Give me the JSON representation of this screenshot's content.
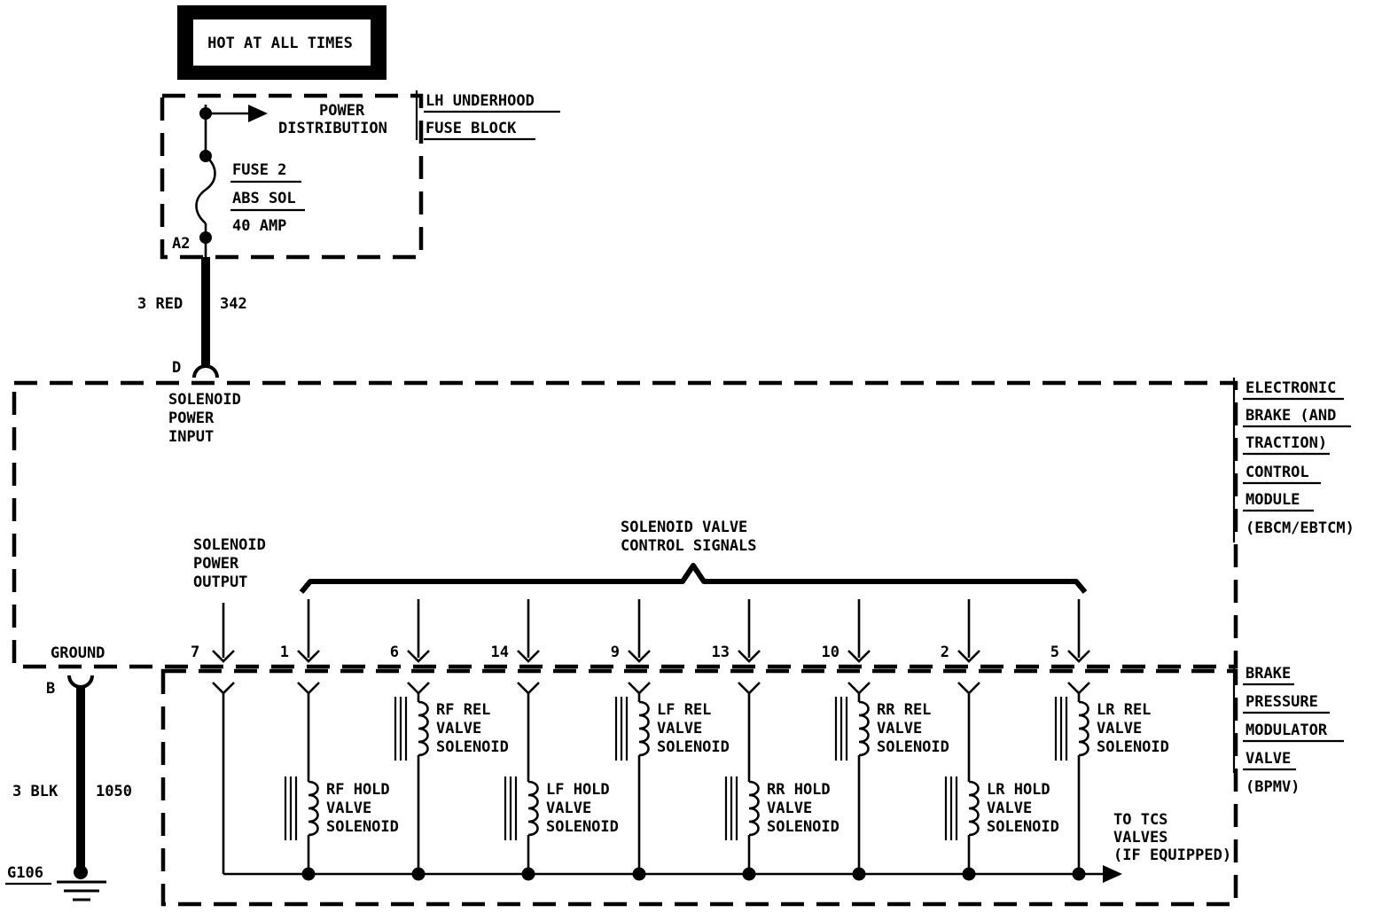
{
  "header_box": {
    "label": "HOT AT ALL TIMES"
  },
  "fuse_block": {
    "name_lines": [
      "LH UNDERHOOD",
      "FUSE BLOCK"
    ],
    "power_distribution_lines": [
      "POWER",
      "DISTRIBUTION"
    ],
    "fuse_lines": [
      "FUSE 2",
      "ABS SOL",
      "40 AMP"
    ],
    "terminal": "A2"
  },
  "power_wire": {
    "gauge_color": "3 RED",
    "circuit": "342"
  },
  "ebcm": {
    "name_lines": [
      "ELECTRONIC",
      "BRAKE (AND",
      "TRACTION)",
      "CONTROL",
      "MODULE",
      "(EBCM/EBTCM)"
    ],
    "power_input_pin": "D",
    "power_input_lines": [
      "SOLENOID",
      "POWER",
      "INPUT"
    ],
    "power_output_lines": [
      "SOLENOID",
      "POWER",
      "OUTPUT"
    ],
    "power_output_pin": "7",
    "signals_lines": [
      "SOLENOID VALVE",
      "CONTROL SIGNALS"
    ],
    "ground_label": "GROUND",
    "ground_pin": "B"
  },
  "ground_wire": {
    "gauge_color": "3 BLK",
    "circuit": "1050",
    "ground_point": "G106"
  },
  "bpmv": {
    "name_lines": [
      "BRAKE",
      "PRESSURE",
      "MODULATOR",
      "VALVE",
      "(BPMV)"
    ],
    "tcs_lines": [
      "TO TCS",
      "VALVES",
      "(IF EQUIPPED)"
    ]
  },
  "solenoids": [
    {
      "pin": "1",
      "type": "hold",
      "lines": [
        "RF HOLD",
        "VALVE",
        "SOLENOID"
      ]
    },
    {
      "pin": "6",
      "type": "rel",
      "lines": [
        "RF REL",
        "VALVE",
        "SOLENOID"
      ]
    },
    {
      "pin": "14",
      "type": "hold",
      "lines": [
        "LF HOLD",
        "VALVE",
        "SOLENOID"
      ]
    },
    {
      "pin": "9",
      "type": "rel",
      "lines": [
        "LF REL",
        "VALVE",
        "SOLENOID"
      ]
    },
    {
      "pin": "13",
      "type": "hold",
      "lines": [
        "RR HOLD",
        "VALVE",
        "SOLENOID"
      ]
    },
    {
      "pin": "10",
      "type": "rel",
      "lines": [
        "RR REL",
        "VALVE",
        "SOLENOID"
      ]
    },
    {
      "pin": "2",
      "type": "hold",
      "lines": [
        "LR HOLD",
        "VALVE",
        "SOLENOID"
      ]
    },
    {
      "pin": "5",
      "type": "rel",
      "lines": [
        "LR REL",
        "VALVE",
        "SOLENOID"
      ]
    }
  ]
}
